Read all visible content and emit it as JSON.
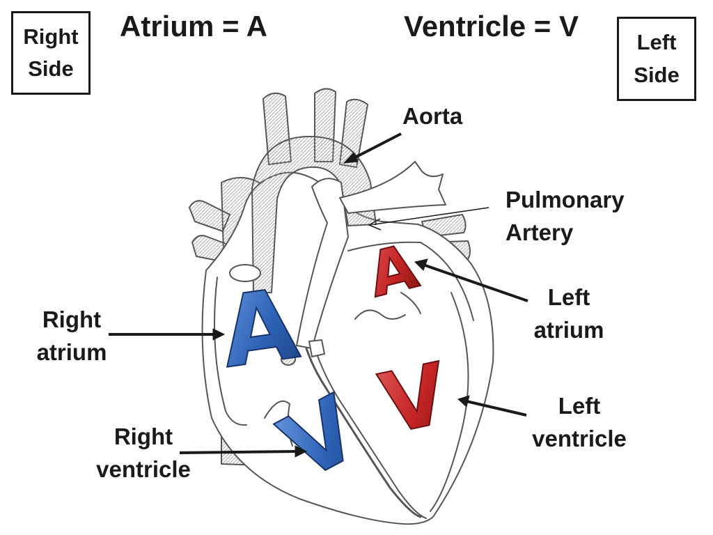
{
  "header": {
    "atrium_key": "Atrium = A",
    "ventricle_key": "Ventricle = V"
  },
  "side_boxes": {
    "right": [
      "Right",
      "Side"
    ],
    "left": [
      "Left",
      "Side"
    ]
  },
  "labels": {
    "aorta": [
      "Aorta"
    ],
    "pulmonary_artery": [
      "Pulmonary",
      "Artery"
    ],
    "left_atrium": [
      "Left",
      "atrium"
    ],
    "right_atrium": [
      "Right",
      "atrium"
    ],
    "left_ventricle": [
      "Left",
      "ventricle"
    ],
    "right_ventricle": [
      "Right",
      "ventricle"
    ]
  },
  "chamber_letters": {
    "right_atrium": "A",
    "left_atrium": "A",
    "left_ventricle": "V",
    "right_ventricle": "V"
  },
  "colors": {
    "right_side_blue": "#2e63b8",
    "left_side_red": "#c42424",
    "outline": "#555555",
    "text": "#1a1a1a"
  }
}
